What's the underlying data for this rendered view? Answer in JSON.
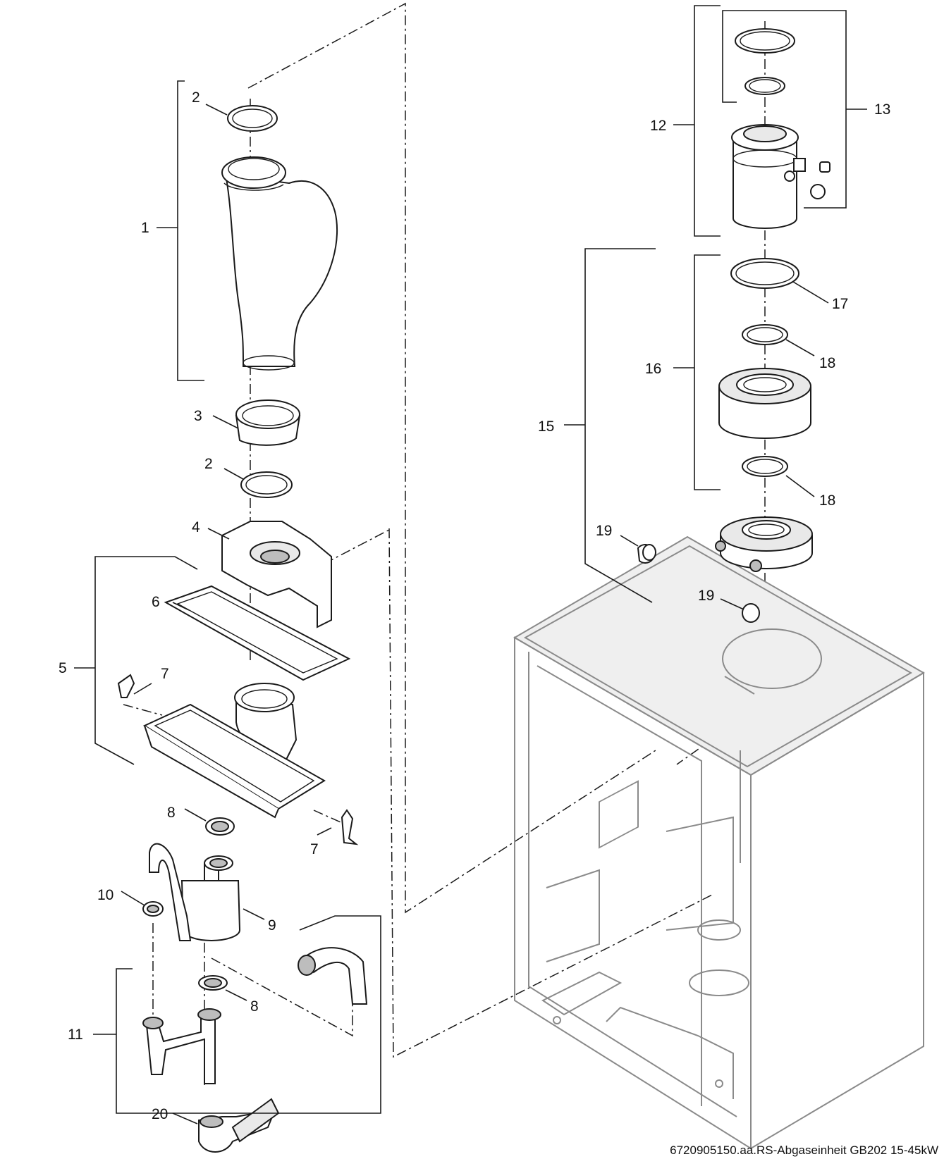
{
  "diagram": {
    "parts": [
      {
        "id": "label-1",
        "text": "1"
      },
      {
        "id": "label-2a",
        "text": "2"
      },
      {
        "id": "label-2b",
        "text": "2"
      },
      {
        "id": "label-3",
        "text": "3"
      },
      {
        "id": "label-4",
        "text": "4"
      },
      {
        "id": "label-5",
        "text": "5"
      },
      {
        "id": "label-6",
        "text": "6"
      },
      {
        "id": "label-7a",
        "text": "7"
      },
      {
        "id": "label-7b",
        "text": "7"
      },
      {
        "id": "label-8a",
        "text": "8"
      },
      {
        "id": "label-8b",
        "text": "8"
      },
      {
        "id": "label-9",
        "text": "9"
      },
      {
        "id": "label-10",
        "text": "10"
      },
      {
        "id": "label-11",
        "text": "11"
      },
      {
        "id": "label-12",
        "text": "12"
      },
      {
        "id": "label-13",
        "text": "13"
      },
      {
        "id": "label-15",
        "text": "15"
      },
      {
        "id": "label-16",
        "text": "16"
      },
      {
        "id": "label-17",
        "text": "17"
      },
      {
        "id": "label-18a",
        "text": "18"
      },
      {
        "id": "label-18b",
        "text": "18"
      },
      {
        "id": "label-19a",
        "text": "19"
      },
      {
        "id": "label-19b",
        "text": "19"
      },
      {
        "id": "label-20",
        "text": "20"
      }
    ],
    "caption": "6720905150.aa.RS-Abgaseinheit GB202 15-45kW"
  }
}
